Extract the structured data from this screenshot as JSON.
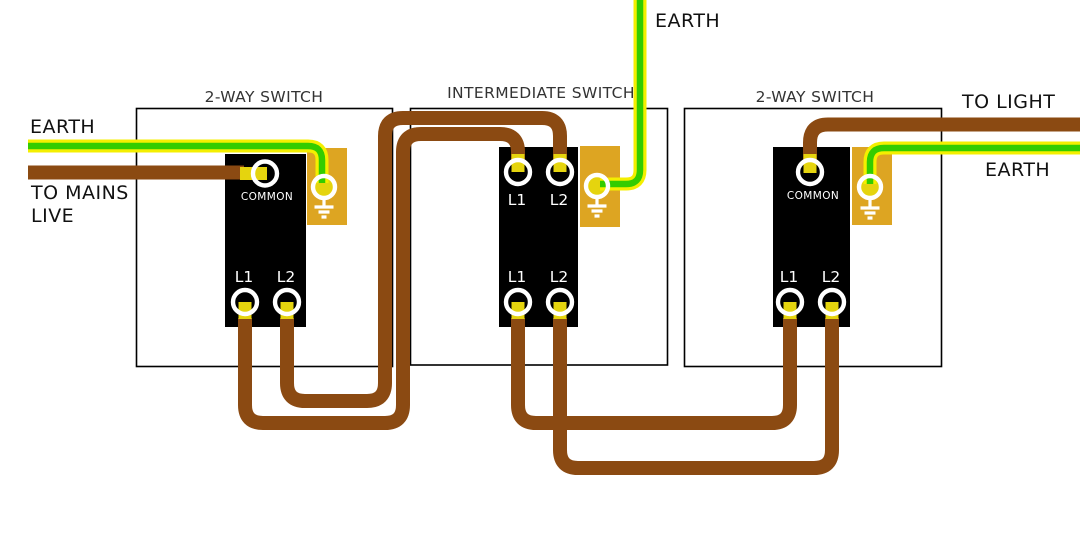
{
  "diagram": {
    "background": "#ffffff",
    "annotations": {
      "earth_top": "EARTH",
      "earth_left": "EARTH",
      "to_mains_line1": "TO MAINS",
      "to_mains_line2": "LIVE",
      "to_light": "TO LIGHT",
      "earth_right": "EARTH"
    },
    "switches": [
      {
        "title": "2-WAY SWITCH",
        "common_label": "COMMON",
        "bottom_terminals": [
          "L1",
          "L2"
        ]
      },
      {
        "title": "INTERMEDIATE SWITCH",
        "top_terminals": [
          "L1",
          "L2"
        ],
        "bottom_terminals": [
          "L1",
          "L2"
        ]
      },
      {
        "title": "2-WAY SWITCH",
        "common_label": "COMMON",
        "bottom_terminals": [
          "L1",
          "L2"
        ]
      }
    ],
    "colors": {
      "live_wire_brown": "#8B4A12",
      "earth_wire_green": "#33CC00",
      "earth_wire_yellow": "#F4EF00",
      "terminal_yellow": "#E5D40E",
      "earth_block_gold": "#DDA522",
      "switch_body_black": "#000000"
    }
  }
}
